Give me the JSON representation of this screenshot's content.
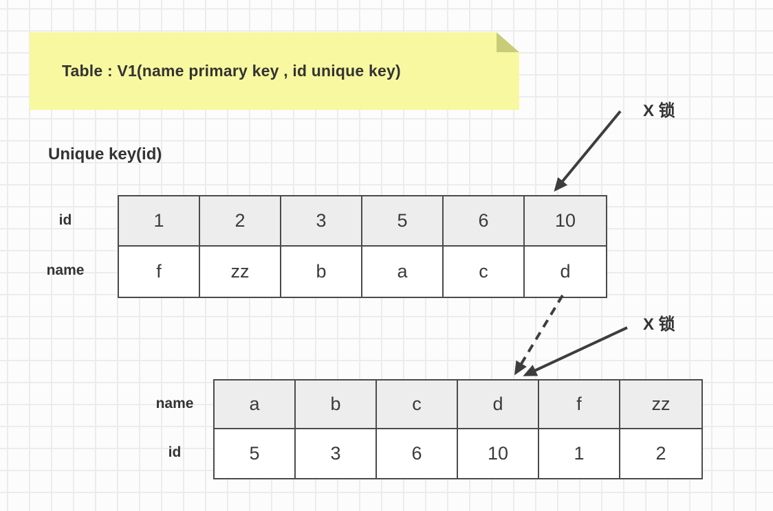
{
  "note": {
    "text": "Table : V1(name primary key , id unique key)"
  },
  "labels": {
    "section": "Unique key(id)",
    "x_lock_top": "X 锁",
    "x_lock_bottom": "X 锁"
  },
  "unique_key_table": {
    "row_labels": [
      "id",
      "name"
    ],
    "id_cells": [
      "1",
      "2",
      "3",
      "5",
      "6",
      "10"
    ],
    "name_cells": [
      "f",
      "zz",
      "b",
      "a",
      "c",
      "d"
    ]
  },
  "primary_key_table": {
    "row_labels": [
      "name",
      "id"
    ],
    "name_cells": [
      "a",
      "b",
      "c",
      "d",
      "f",
      "zz"
    ],
    "id_cells": [
      "5",
      "3",
      "6",
      "10",
      "1",
      "2"
    ]
  },
  "colors": {
    "background": "#fcfcfc",
    "grid_line": "#ececec",
    "note_bg": "#f8f8a0",
    "note_fold": "#c9cc77",
    "table_border": "#4a4a4a",
    "header_fill": "#ededed",
    "text": "#333333",
    "arrow": "#3d3d3d"
  }
}
